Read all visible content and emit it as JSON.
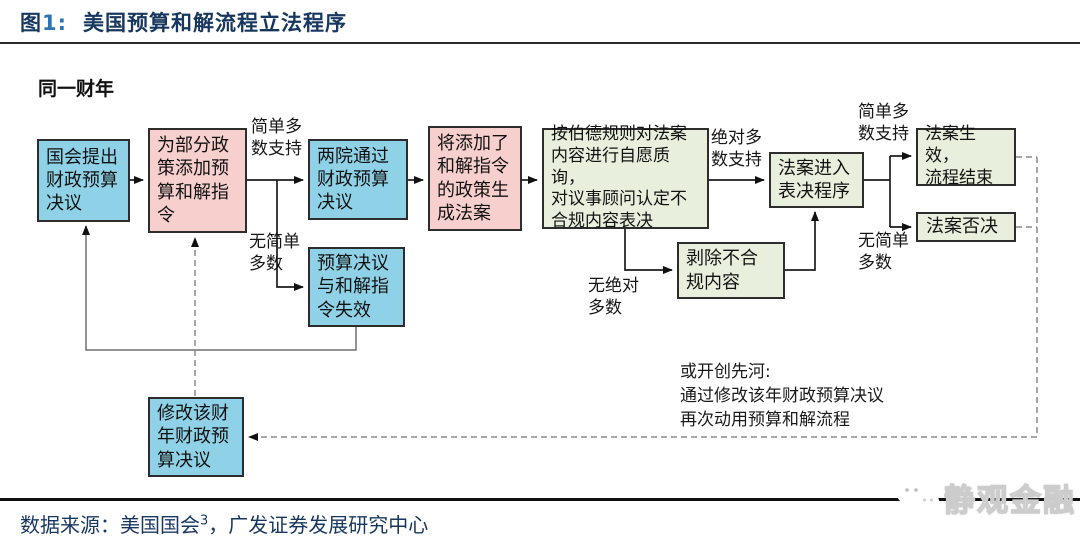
{
  "figure": {
    "label_prefix": "图",
    "label_number": "1:",
    "title": "美国预算和解流程立法程序"
  },
  "diagram": {
    "fiscal_year_label": "同一财年",
    "nodes": {
      "congress_budget_resolution": "国会提出\n财政预算\n决议",
      "add_reconciliation_directives": "为部分政\n策添加预\n算和解指\n令",
      "both_chambers_pass": "两院通过\n财政预算\n决议",
      "resolution_expires": "预算决议\n与和解指\n令失效",
      "generate_bill": "将添加了\n和解指令\n的政策生\n成法案",
      "byrd_rule_review": "按伯德规则对法案\n内容进行自愿质询，\n对议事顾问认定不\n合规内容表决",
      "strip_noncompliant": "剥除不合\n规内容",
      "voting_procedure": "法案进入\n表决程序",
      "bill_effective": "法案生效，\n流程结束",
      "bill_rejected": "法案否决",
      "amend_resolution": "修改该财\n年财政预\n算决议"
    },
    "edge_labels": {
      "simple_majority_1": "简单多\n数支持",
      "no_simple_majority_1": "无简单\n多数",
      "absolute_majority": "绝对多\n数支持",
      "no_absolute_majority": "无绝对\n多数",
      "simple_majority_2": "简单多\n数支持",
      "no_simple_majority_2": "无简单\n多数"
    },
    "annotation": "或开创先河:\n通过修改该年财政预算决议\n再次动用预算和解流程",
    "colors": {
      "blue_node": "#8FD2E8",
      "pink_node": "#F7CFCD",
      "green_node": "#E8F0DD",
      "title_navy": "#17375E",
      "figure_number_blue": "#2E74B5"
    }
  },
  "footer": {
    "source_prefix": "数据来源：美国国会",
    "source_superscript": "3",
    "source_suffix": "，广发证券发展研究中心"
  },
  "watermark": {
    "text": "静观金融"
  }
}
